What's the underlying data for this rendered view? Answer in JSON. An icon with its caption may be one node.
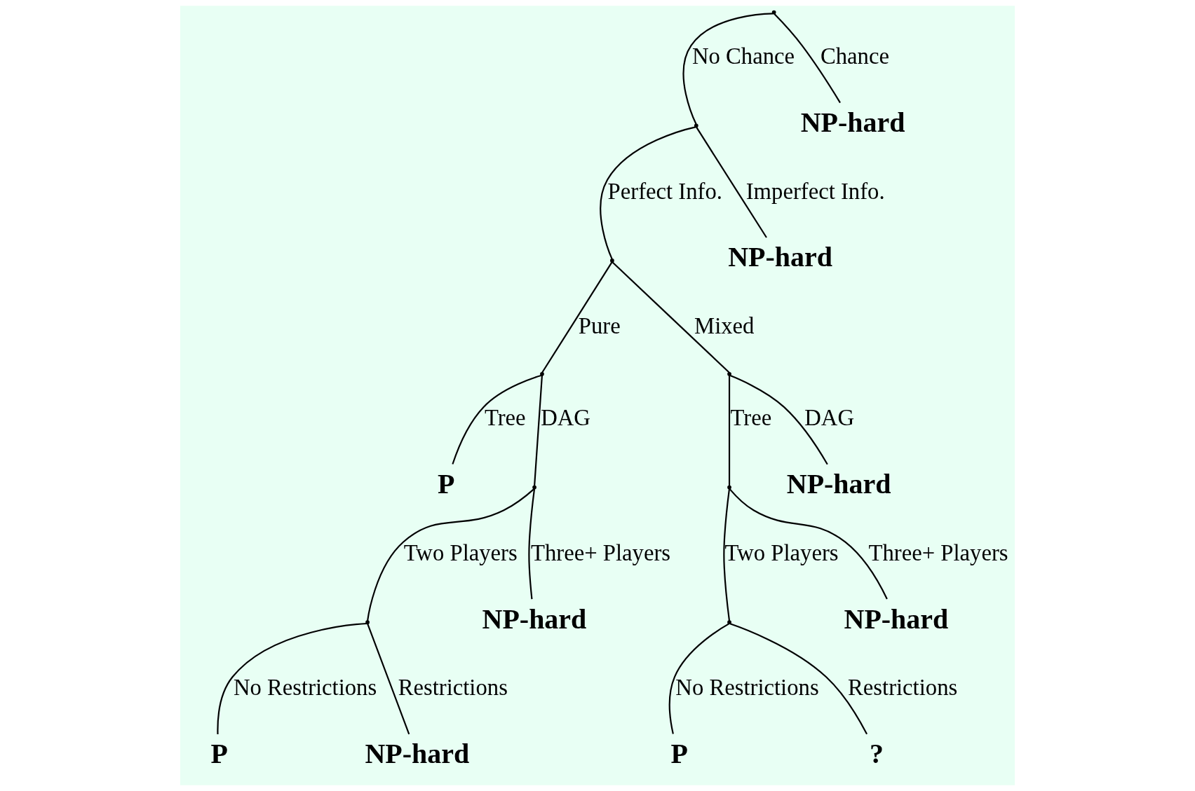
{
  "diagram": {
    "nodes": [
      {
        "text": [],
        "shape": "point"
      },
      {
        "text": [
          "NP-hard"
        ]
      },
      {
        "text": [],
        "shape": "point"
      },
      {
        "text": [
          "NP-hard"
        ]
      },
      {
        "text": [],
        "shape": "point"
      },
      {
        "text": [],
        "shape": "point"
      },
      {
        "text": [],
        "shape": "point"
      },
      {
        "text": [
          "P"
        ]
      },
      {
        "text": [],
        "shape": "point"
      },
      {
        "text": [],
        "shape": "point"
      },
      {
        "text": [
          "NP-hard"
        ]
      },
      {
        "text": [
          "P"
        ]
      },
      {
        "text": [
          "NP-hard"
        ]
      },
      {
        "text": [],
        "shape": "point"
      },
      {
        "text": [
          "NP-hard"
        ]
      },
      {
        "text": [],
        "shape": "point"
      },
      {
        "text": [
          "NP-hard"
        ]
      },
      {
        "text": [
          "P"
        ]
      },
      {
        "text": [
          "?"
        ]
      }
    ],
    "edges": [
      {
        "from": 0,
        "to": 2,
        "arrow": "none",
        "label": "No Chance"
      },
      {
        "from": 0,
        "to": 1,
        "arrow": "none",
        "label": "Chance"
      },
      {
        "from": 2,
        "to": 4,
        "arrow": "none",
        "label": "Perfect Info."
      },
      {
        "from": 2,
        "to": 3,
        "arrow": "none",
        "label": "Imperfect Info."
      },
      {
        "from": 4,
        "to": 5,
        "arrow": "none",
        "label": "Pure"
      },
      {
        "from": 4,
        "to": 6,
        "arrow": "none",
        "label": "Mixed"
      },
      {
        "from": 5,
        "to": 7,
        "arrow": "none",
        "label": "Tree"
      },
      {
        "from": 5,
        "to": 8,
        "arrow": "none",
        "label": "DAG"
      },
      {
        "from": 8,
        "to": 9,
        "arrow": "none",
        "label": "Two Players"
      },
      {
        "from": 8,
        "to": 10,
        "arrow": "none",
        "label": "Three+ Players"
      },
      {
        "from": 9,
        "to": 11,
        "arrow": "none",
        "label": "No Restrictions"
      },
      {
        "from": 9,
        "to": 12,
        "arrow": "none",
        "label": "Restrictions"
      },
      {
        "from": 6,
        "to": 13,
        "arrow": "none",
        "label": "Tree"
      },
      {
        "from": 6,
        "to": 14,
        "arrow": "none",
        "label": "DAG"
      },
      {
        "from": 13,
        "to": 15,
        "arrow": "none",
        "label": "Two Players"
      },
      {
        "from": 13,
        "to": 16,
        "arrow": "none",
        "label": "Three+ Players"
      },
      {
        "from": 15,
        "to": 17,
        "arrow": "none",
        "label": "No Restrictions"
      },
      {
        "from": 15,
        "to": 18,
        "arrow": "none",
        "label": "Restrictions"
      }
    ]
  }
}
